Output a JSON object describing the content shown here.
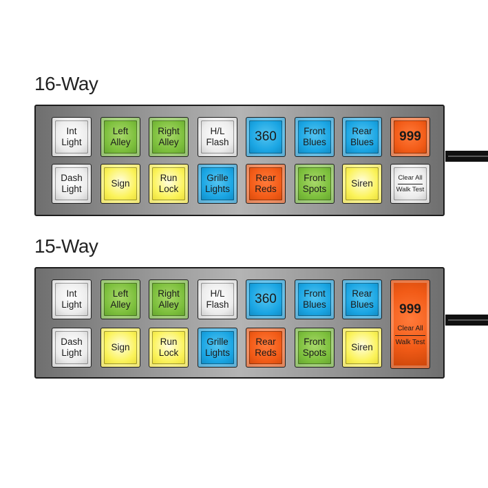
{
  "sections": [
    {
      "title": "16-Way",
      "row1": [
        {
          "label": "Int\nLight",
          "color": "white"
        },
        {
          "label": "Left\nAlley",
          "color": "green"
        },
        {
          "label": "Right\nAlley",
          "color": "green"
        },
        {
          "label": "H/L\nFlash",
          "color": "white"
        },
        {
          "label": "360",
          "color": "blue"
        },
        {
          "label": "Front\nBlues",
          "color": "blue"
        },
        {
          "label": "Rear\nBlues",
          "color": "blue"
        },
        {
          "label": "999",
          "color": "orange"
        }
      ],
      "row2": [
        {
          "label": "Dash\nLight",
          "color": "white"
        },
        {
          "label": "Sign",
          "color": "yellow"
        },
        {
          "label": "Run\nLock",
          "color": "yellow"
        },
        {
          "label": "Grille\nLights",
          "color": "blue"
        },
        {
          "label": "Rear\nReds",
          "color": "orange"
        },
        {
          "label": "Front\nSpots",
          "color": "green"
        },
        {
          "label": "Siren",
          "color": "yellow"
        },
        {
          "label_top": "Clear All",
          "label_bottom": "Walk Test",
          "color": "white"
        }
      ]
    },
    {
      "title": "15-Way",
      "row1": [
        {
          "label": "Int\nLight",
          "color": "white"
        },
        {
          "label": "Left\nAlley",
          "color": "green"
        },
        {
          "label": "Right\nAlley",
          "color": "green"
        },
        {
          "label": "H/L\nFlash",
          "color": "white"
        },
        {
          "label": "360",
          "color": "blue"
        },
        {
          "label": "Front\nBlues",
          "color": "blue"
        },
        {
          "label": "Rear\nBlues",
          "color": "blue"
        }
      ],
      "row2": [
        {
          "label": "Dash\nLight",
          "color": "white"
        },
        {
          "label": "Sign",
          "color": "yellow"
        },
        {
          "label": "Run\nLock",
          "color": "yellow"
        },
        {
          "label": "Grille\nLights",
          "color": "blue"
        },
        {
          "label": "Rear\nReds",
          "color": "orange"
        },
        {
          "label": "Front\nSpots",
          "color": "green"
        },
        {
          "label": "Siren",
          "color": "yellow"
        }
      ],
      "tall_key": {
        "label_main": "999",
        "label_top": "Clear All",
        "label_bottom": "Walk Test",
        "color": "orange"
      }
    }
  ],
  "colors": {
    "white": "#ececec",
    "green": "#7cbf3c",
    "yellow": "#fbf35a",
    "blue": "#1aa5e3",
    "orange": "#f25b17",
    "panel": "#9a9a9a"
  }
}
